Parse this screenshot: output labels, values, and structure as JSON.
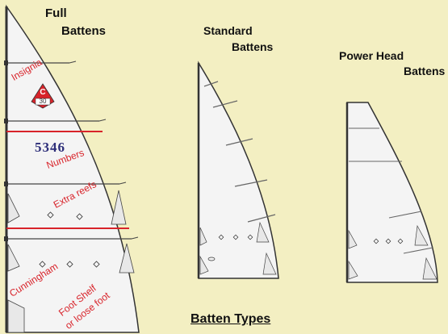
{
  "labels": {
    "full_line1": "Full",
    "full_line2": "Battens",
    "standard_line1": "Standard",
    "standard_line2": "Battens",
    "powerhead_line1": "Power Head",
    "powerhead_line2": "Battens",
    "caption": "Batten Types"
  },
  "annotations": {
    "insignia": "Insignia",
    "logo_letter": "C",
    "logo_number": "30",
    "sail_number": "5346",
    "numbers": "Numbers",
    "extra_reefs": "Extra reefs",
    "cunningham": "Cunningham",
    "foot_line1": "Foot Shelf",
    "foot_line2": "or loose foot"
  },
  "colors": {
    "background": "#f3efc2",
    "sail_fill": "#f4f4f4",
    "outline": "#333333",
    "annotation_red": "#d8232a",
    "sail_number_blue": "#2e2f7a"
  }
}
